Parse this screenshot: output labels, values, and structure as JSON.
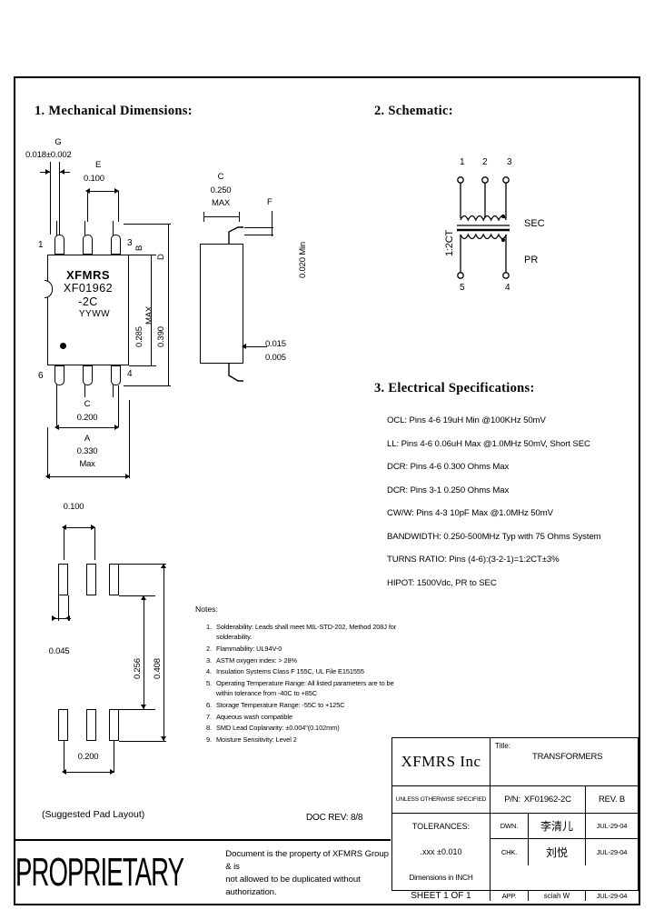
{
  "sections": {
    "mechanical": "1. Mechanical Dimensions:",
    "schematic": "2. Schematic:",
    "electrical": "3. Electrical Specifications:"
  },
  "mechanical": {
    "lead_width_label": "G",
    "lead_width": "0.018±0.002",
    "pitch_label_e": "E",
    "pitch_e": "0.100",
    "thickness_label_c": "C",
    "thickness_c": "0.250",
    "thickness_c_max": "MAX",
    "standoff_label_f": "F",
    "standoff_f": "0.020 Min",
    "body_height_b": "0.285",
    "body_height_b_max": "MAX",
    "body_height_b_lab": "B",
    "overall_d": "0.390",
    "overall_d_lab": "D",
    "lead_thick_1": "0.015",
    "lead_thick_2": "0.005",
    "span_label_c2": "C",
    "span_c2": "0.200",
    "width_label_a": "A",
    "width_a": "0.330",
    "width_a_max": "Max",
    "pins": {
      "p1": "1",
      "p3": "3",
      "p6": "6",
      "p4": "4"
    },
    "marking": {
      "line1": "XFMRS",
      "line2": "XF01962",
      "line3": "-2C",
      "line4": "YYWW"
    }
  },
  "pad_layout": {
    "caption": "(Suggested Pad Layout)",
    "pitch": "0.100",
    "pad_width": "0.045",
    "inner_span": "0.256",
    "outer_span": "0.408",
    "row_span": "0.200"
  },
  "schematic": {
    "top_pins": [
      "1",
      "2",
      "3"
    ],
    "bottom_pins": [
      "5",
      "4"
    ],
    "ratio": "1:2CT",
    "secondary": "SEC",
    "primary": "PR"
  },
  "electrical_specs": [
    "OCL: Pins 4-6 19uH Min @100KHz 50mV",
    "LL: Pins 4-6 0.06uH Max @1.0MHz 50mV, Short SEC",
    "DCR: Pins 4-6 0.300 Ohms Max",
    "DCR: Pins 3-1 0.250 Ohms Max",
    "CW/W: Pins 4-3 10pF Max @1.0MHz 50mV",
    "BANDWIDTH: 0.250-500MHz Typ with 75 Ohms System",
    "TURNS RATIO: Pins (4-6):(3-2-1)=1:2CT±3%",
    "HIPOT: 1500Vdc, PR to SEC"
  ],
  "notes": {
    "title": "Notes:",
    "items": [
      {
        "num": "1.",
        "text": "Solderability: Leads shall meet MIL-STD-202, Method 208J for solderability."
      },
      {
        "num": "2.",
        "text": "Flammability: UL94V-0"
      },
      {
        "num": "3.",
        "text": "ASTM oxygen index: > 28%"
      },
      {
        "num": "4.",
        "text": "Insulation Systems Class F 155C, UL File E151555"
      },
      {
        "num": "5.",
        "text": "Operating Temperature Range: All listed parameters are to be within tolerance from -40C to +85C"
      },
      {
        "num": "6.",
        "text": "Storage Temperature Range: -55C to +125C"
      },
      {
        "num": "7.",
        "text": "Aqueous wash compatible"
      },
      {
        "num": "8.",
        "text": "SMD Lead Coplanarity: ±0.004\"(0.102mm)"
      },
      {
        "num": "9.",
        "text": "Moisture Sensitivity: Level 2"
      }
    ]
  },
  "doc_rev": "DOC REV: 8/8",
  "title_block": {
    "company": "XFMRS Inc",
    "title_label": "Title:",
    "title_value": "TRANSFORMERS",
    "unless_specified": "UNLESS OTHERWISE SPECIFIED",
    "tolerances_label": "TOLERANCES:",
    "tolerance_value": ".xxx ±0.010",
    "units": "Dimensions in INCH",
    "sheet": "SHEET 1 OF 1",
    "pn_label": "P/N:",
    "pn_value": "XF01962-2C",
    "rev": "REV. B",
    "rows": [
      {
        "role": "DWN.",
        "signature": "李清儿",
        "date": "JUL-29-04"
      },
      {
        "role": "CHK.",
        "signature": "刘悦",
        "date": "JUL-29-04"
      },
      {
        "role": "APP.",
        "signature": "sciah W",
        "date": "JUL-29-04"
      }
    ]
  },
  "footer": {
    "word": "PROPRIETARY",
    "line1": "Document is the property of XFMRS Group & is",
    "line2": "not allowed to be duplicated without authorization."
  }
}
